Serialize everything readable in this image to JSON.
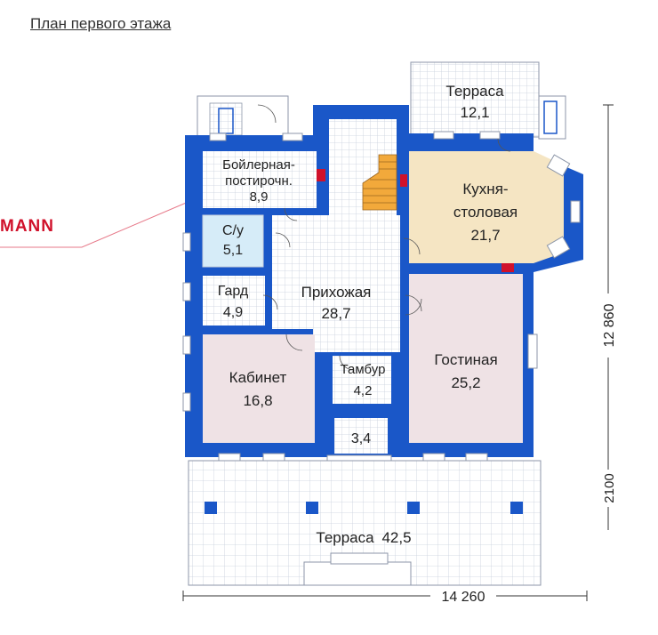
{
  "header": {
    "title": "План первого этажа"
  },
  "watermark": {
    "text": "MANN"
  },
  "rooms": [
    {
      "name": "Терраса",
      "area": "12,1"
    },
    {
      "name": "Бойлерная-",
      "name2": "постирочн.",
      "area": "8,9"
    },
    {
      "name": "С/у",
      "area": "5,1"
    },
    {
      "name": "Кухня-",
      "name2": "столовая",
      "area": "21,7"
    },
    {
      "name": "Гард",
      "area": "4,9"
    },
    {
      "name": "Прихожая",
      "area": "28,7"
    },
    {
      "name": "Кабинет",
      "area": "16,8"
    },
    {
      "name": "Тамбур",
      "area": "4,2"
    },
    {
      "name": "Гостиная",
      "area": "25,2"
    },
    {
      "area": "3,4"
    },
    {
      "name": "Терраса",
      "area": "42,5"
    }
  ],
  "dimensions": {
    "width": "14 260",
    "depth": "12 860",
    "terrace_depth": "2100"
  },
  "colors": {
    "wall": "#1a57c8",
    "kitchen": "#f5e5c3",
    "living": "#efe2e5",
    "bath": "#d6ecf8",
    "tile": "#dfe3ea",
    "floor": "#ffffff",
    "accent": "#d0112b"
  }
}
